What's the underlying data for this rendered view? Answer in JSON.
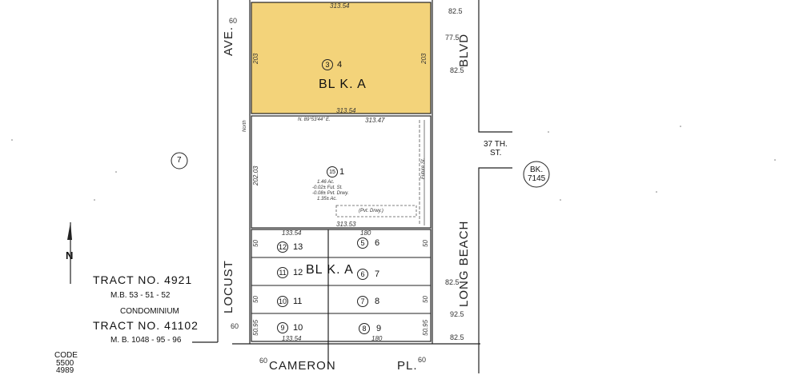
{
  "streets": {
    "locust_ave_top": "AVE.",
    "locust_ave_bottom": "LOCUST",
    "long_beach_blvd_top": "BLVD",
    "long_beach_bottom": "LONG    BEACH",
    "cameron": "CAMERON",
    "cameron_pl": "PL.",
    "st37_line1": "37 TH.",
    "st37_line2": "ST."
  },
  "block_labels": {
    "top": "BL K. A",
    "bottom": "BL K. A"
  },
  "top_parcel": {
    "fill_color": "#f3d37a",
    "circle": "3",
    "lot": "4",
    "dim_top": "313.54",
    "dim_bottom": "313.54",
    "dim_left": "203",
    "dim_right": "203"
  },
  "middle_parcel": {
    "circle": "15",
    "lot": "1",
    "bearing": "N. 89°53'44\" E.",
    "dim_top": "313.47",
    "dim_bottom": "313.53",
    "dim_left": "202.03",
    "north": "North",
    "area_lines": [
      "1.46 Ac.",
      "-0.02± Fut. St.",
      "-0.08± Pvt. Drwy.",
      "1.35± Ac."
    ],
    "drwy": "(Pvt. Drwy.)",
    "future_st": "Future St."
  },
  "lots": [
    {
      "circle": "12",
      "lot": "13"
    },
    {
      "circle": "5",
      "lot": "6"
    },
    {
      "circle": "11",
      "lot": "12"
    },
    {
      "circle": "6",
      "lot": "7"
    },
    {
      "circle": "10",
      "lot": "11"
    },
    {
      "circle": "7",
      "lot": "8"
    },
    {
      "circle": "9",
      "lot": "10"
    },
    {
      "circle": "8",
      "lot": "9"
    }
  ],
  "lower_dims": {
    "top_left": "133.54",
    "top_right": "180",
    "bottom_left": "133.54",
    "bottom_right": "180",
    "left_50a": "50",
    "left_50b": "50",
    "left_5095": "50.95",
    "right_50a": "50",
    "right_50b": "50",
    "right_5095": "50.95"
  },
  "street_widths": {
    "ave_60_top": "60",
    "ave_60_bottom": "60",
    "cameron_60": "60",
    "cameron_60b": "60",
    "blvd_825_top": "82.5",
    "blvd_775": "77.5",
    "blvd_825_a": "82.5",
    "blvd_825_b": "82.5",
    "blvd_925": "92.5",
    "blvd_825_c": "82.5"
  },
  "map_circle_7": "7",
  "book_ref": {
    "line1": "BK.",
    "line2": "7145"
  },
  "north_arrow": "N",
  "tract": {
    "title": "TRACT  NO. 4921",
    "mb1": "M.B. 53 - 51 - 52",
    "condo": "CONDOMINIUM",
    "title2": "TRACT  NO. 41102",
    "mb2": "M. B. 1048 - 95 - 96"
  },
  "code": {
    "label": "CODE",
    "num1": "5500",
    "num2": "4989"
  }
}
